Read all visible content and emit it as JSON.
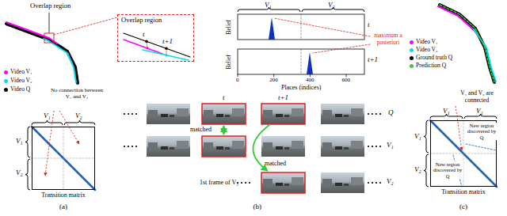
{
  "diagram": {
    "nodes": [
      {
        "text": [
          "Overlap region",
          "t",
          "t+1"
        ]
      },
      {
        "text": [
          "Transition matrix"
        ]
      },
      {
        "text": [
          "Transition matrix"
        ]
      }
    ],
    "labels": [
      "Overlap region",
      "No connection between V₁ and V₂",
      "V₁",
      "V₂",
      "V₁",
      "V₂",
      "(a)",
      "V₁",
      "V₂",
      "Belief",
      "t",
      "Belief",
      "t+1",
      "0",
      "200",
      "400",
      "600",
      "Places (indices)",
      "maximum a posteriori",
      "t",
      "t+1",
      "matched",
      "matched",
      "1st frame of V₂",
      "Q",
      "V₁",
      "V₂",
      "(b)",
      "V₁ and V₂ are connected",
      "V₁",
      "V₂",
      "V₁",
      "V₂",
      "New region discovered by Q",
      "New region discovered by Q",
      "(c)"
    ],
    "legend": [
      {
        "text": "Video V₁",
        "color": "#ff00ff"
      },
      {
        "text": "Video V₂",
        "color": "#00e0f0"
      },
      {
        "text": "Video Q",
        "color": "#000000"
      },
      {
        "text": "Video V₁",
        "color": "#ff00ff"
      },
      {
        "text": "Video V₂",
        "color": "#00e0f0"
      },
      {
        "text": "Ground truth Q",
        "color": "#000000"
      },
      {
        "text": "Prediction Q",
        "color": "#33cc33"
      }
    ]
  }
}
